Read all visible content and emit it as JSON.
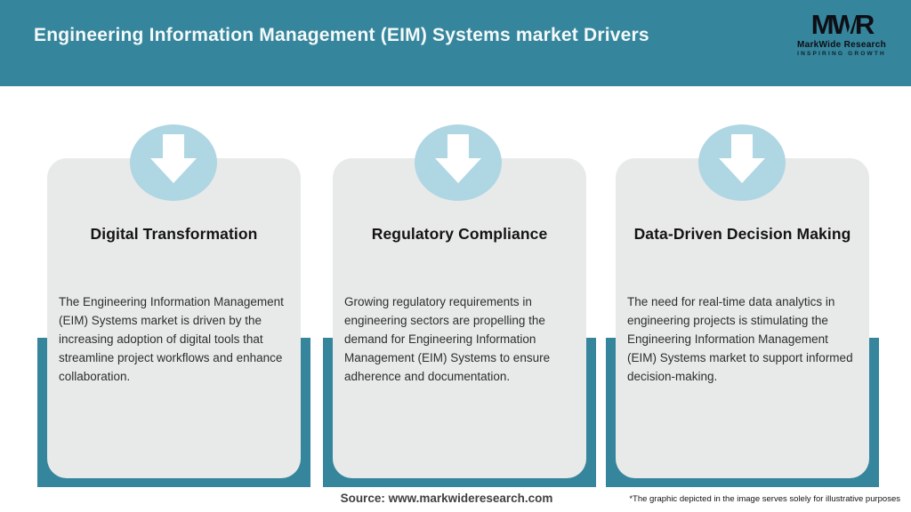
{
  "header": {
    "title": "Engineering Information Management (EIM) Systems market Drivers",
    "logo": {
      "monogram": "MWR",
      "name": "MarkWide Research",
      "tagline": "Inspiring Growth"
    }
  },
  "cards": [
    {
      "title": "Digital Transformation",
      "description": "The Engineering Information Management (EIM) Systems market is driven by the increasing adoption of digital tools that streamline project workflows and enhance collaboration.",
      "icon": "down-arrow-icon"
    },
    {
      "title": "Regulatory Compliance",
      "description": "Growing regulatory requirements in engineering sectors are propelling the demand for Engineering Information Management (EIM) Systems to ensure adherence and documentation.",
      "icon": "down-arrow-icon"
    },
    {
      "title": "Data-Driven Decision Making",
      "description": "The need for real-time data analytics in engineering projects is stimulating the Engineering Information Management (EIM) Systems market to support informed decision-making.",
      "icon": "down-arrow-icon"
    }
  ],
  "footer": {
    "source": "Source: www.markwideresearch.com",
    "disclaimer": "*The graphic depicted in the image serves solely for illustrative purposes"
  },
  "colors": {
    "header_teal": "#35859C",
    "accent_teal": "#35859C",
    "icon_circle_blue": "#AFD6E3",
    "card_gray": "#E8EAE9",
    "title_text": "#F4F9F9"
  }
}
